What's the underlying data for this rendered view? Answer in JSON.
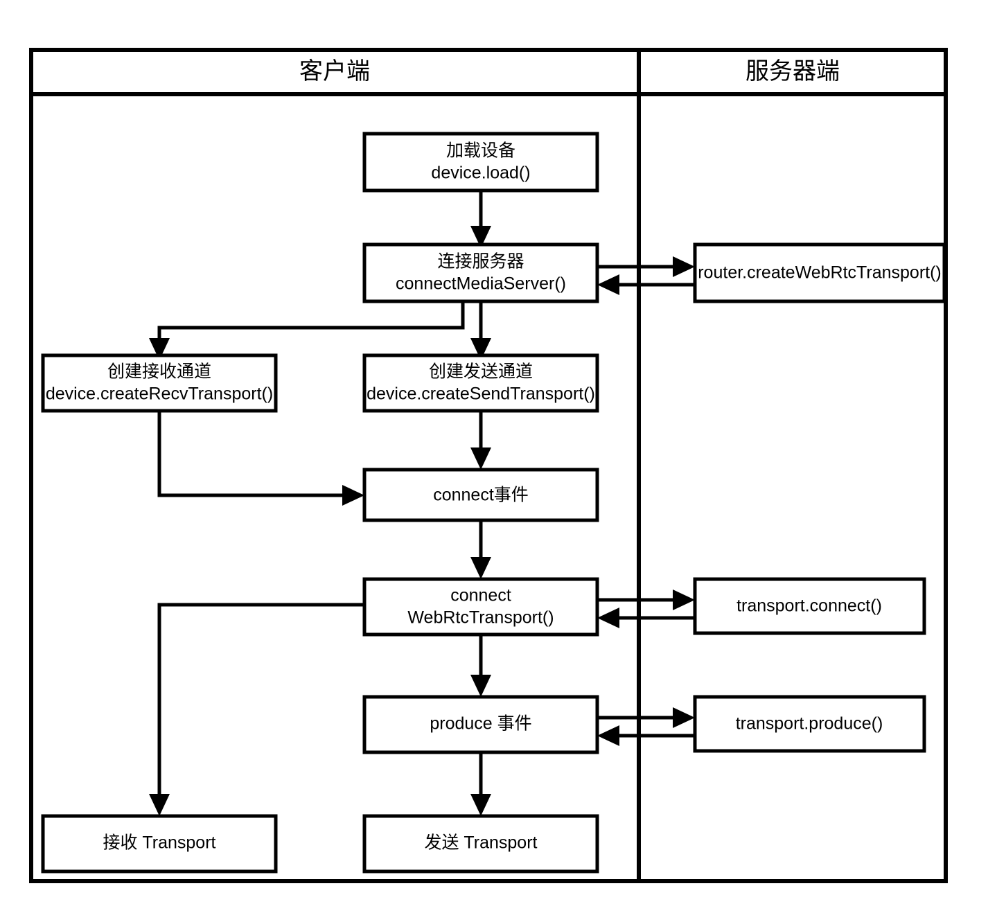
{
  "diagram": {
    "type": "flowchart",
    "orientation": "top-to-bottom",
    "lanes": [
      {
        "id": "client",
        "title": "客户端"
      },
      {
        "id": "server",
        "title": "服务器端"
      }
    ],
    "nodes": {
      "load_device": {
        "line1": "加载设备",
        "line2": "device.load()",
        "lane": "client"
      },
      "connect_media_server": {
        "line1": "连接服务器",
        "line2": "connectMediaServer()",
        "lane": "client"
      },
      "create_recv_transport": {
        "line1": "创建接收通道",
        "line2": "device.createRecvTransport()",
        "lane": "client"
      },
      "create_send_transport": {
        "line1": "创建发送通道",
        "line2": "device.createSendTransport()",
        "lane": "client"
      },
      "connect_event": {
        "line1": "connect事件",
        "line2": "",
        "lane": "client"
      },
      "connect_webrtc_transport": {
        "line1": "connect",
        "line2": "WebRtcTransport()",
        "lane": "client"
      },
      "produce_event": {
        "line1": "produce 事件",
        "line2": "",
        "lane": "client"
      },
      "recv_transport": {
        "line1": "接收 Transport",
        "line2": "",
        "lane": "client"
      },
      "send_transport": {
        "line1": "发送 Transport",
        "line2": "",
        "lane": "client"
      },
      "router_create_webrtc_transport": {
        "line1": "router.createWebRtcTransport()",
        "line2": "",
        "lane": "server"
      },
      "transport_connect": {
        "line1": "transport.connect()",
        "line2": "",
        "lane": "server"
      },
      "transport_produce": {
        "line1": "transport.produce()",
        "line2": "",
        "lane": "server"
      }
    },
    "edges": [
      {
        "from": "load_device",
        "to": "connect_media_server",
        "kind": "down"
      },
      {
        "from": "connect_media_server",
        "to": "router_create_webrtc_transport",
        "kind": "request"
      },
      {
        "from": "router_create_webrtc_transport",
        "to": "connect_media_server",
        "kind": "response"
      },
      {
        "from": "connect_media_server",
        "to": "create_recv_transport",
        "kind": "branch-left"
      },
      {
        "from": "connect_media_server",
        "to": "create_send_transport",
        "kind": "down"
      },
      {
        "from": "create_send_transport",
        "to": "connect_event",
        "kind": "down"
      },
      {
        "from": "create_recv_transport",
        "to": "connect_event",
        "kind": "elbow-right"
      },
      {
        "from": "connect_event",
        "to": "connect_webrtc_transport",
        "kind": "down"
      },
      {
        "from": "connect_webrtc_transport",
        "to": "transport_connect",
        "kind": "request"
      },
      {
        "from": "transport_connect",
        "to": "connect_webrtc_transport",
        "kind": "response"
      },
      {
        "from": "connect_webrtc_transport",
        "to": "recv_transport",
        "kind": "branch-left"
      },
      {
        "from": "connect_webrtc_transport",
        "to": "produce_event",
        "kind": "down"
      },
      {
        "from": "produce_event",
        "to": "transport_produce",
        "kind": "request"
      },
      {
        "from": "transport_produce",
        "to": "produce_event",
        "kind": "response"
      },
      {
        "from": "produce_event",
        "to": "send_transport",
        "kind": "down"
      }
    ],
    "colors": {
      "stroke": "#000000",
      "fill": "#ffffff",
      "text": "#000000"
    }
  }
}
